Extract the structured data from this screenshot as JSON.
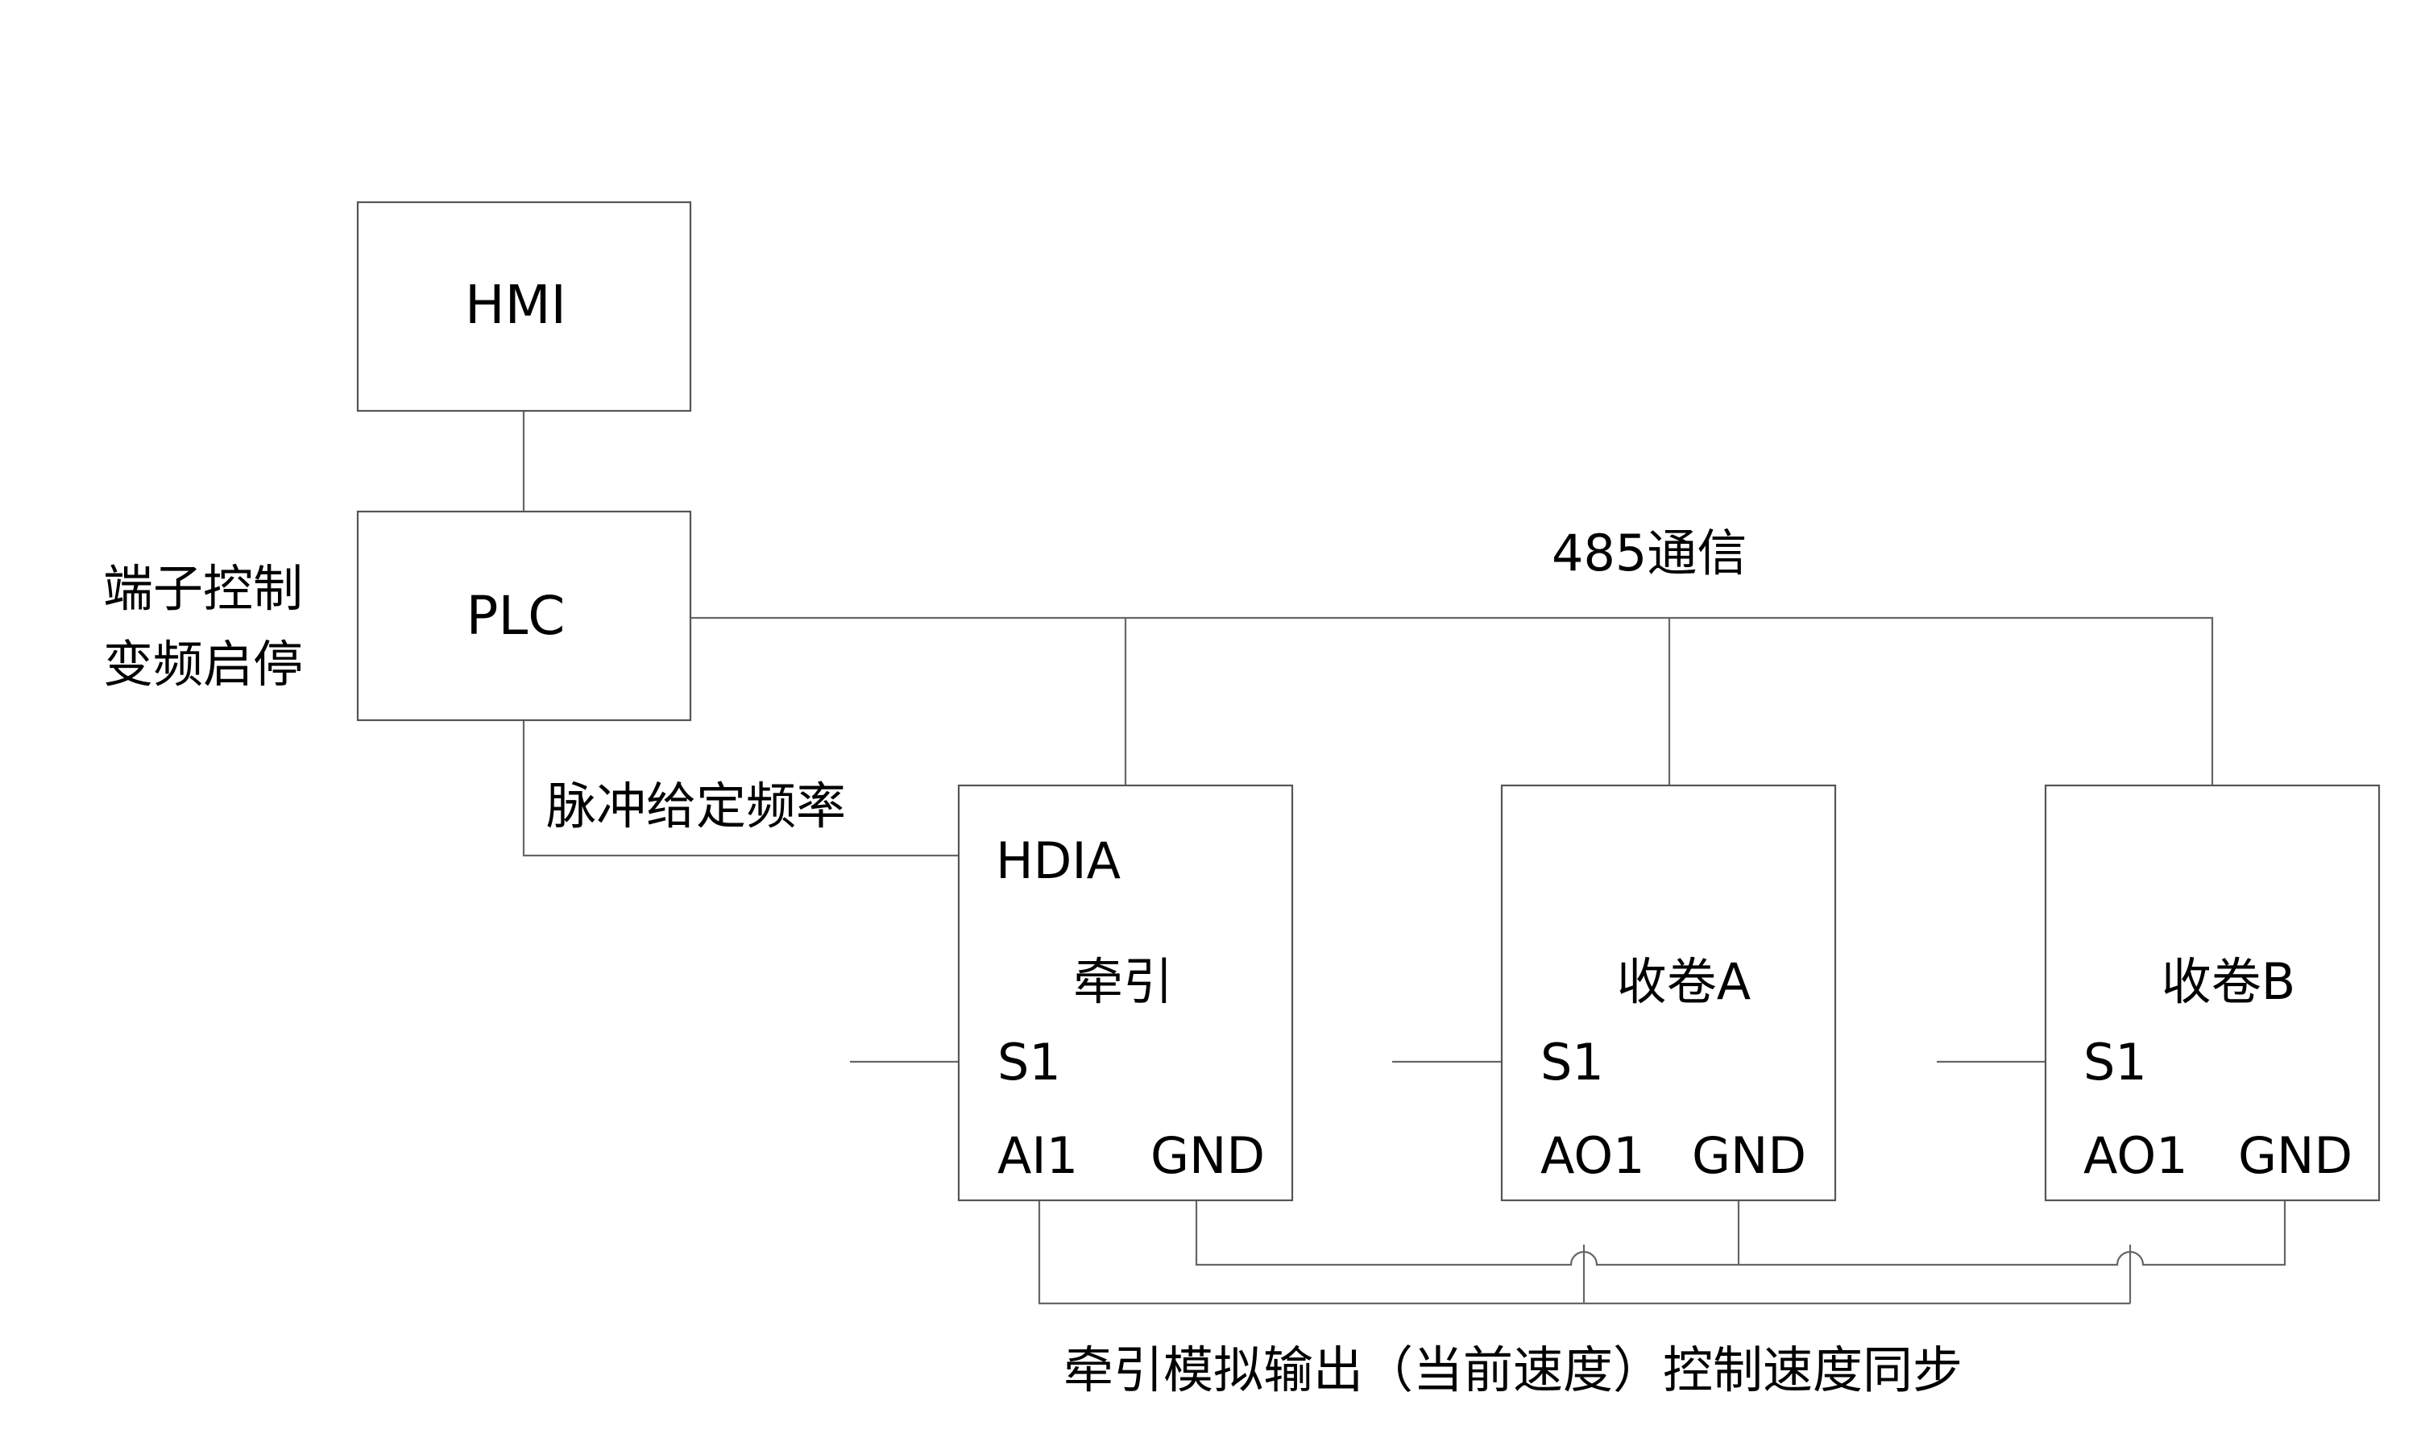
{
  "colors": {
    "background": "#ffffff",
    "box_stroke": "#555555",
    "wire": "#666666",
    "text": "#000000"
  },
  "nodes": {
    "hmi": {
      "label": "HMI"
    },
    "plc": {
      "label": "PLC"
    },
    "traction": {
      "label": "牵引",
      "pulse_input": "HDIA",
      "s1": "S1",
      "analog_in": "AI1",
      "gnd": "GND"
    },
    "winder_a": {
      "label": "收卷A",
      "s1": "S1",
      "analog_out": "AO1",
      "gnd": "GND"
    },
    "winder_b": {
      "label": "收卷B",
      "s1": "S1",
      "analog_out": "AO1",
      "gnd": "GND"
    }
  },
  "annotations": {
    "terminal_line1": "端子控制",
    "terminal_line2": "变频启停",
    "comm": "485通信",
    "pulse_freq": "脉冲给定频率",
    "bottom": "牵引模拟输出（当前速度）控制速度同步"
  }
}
